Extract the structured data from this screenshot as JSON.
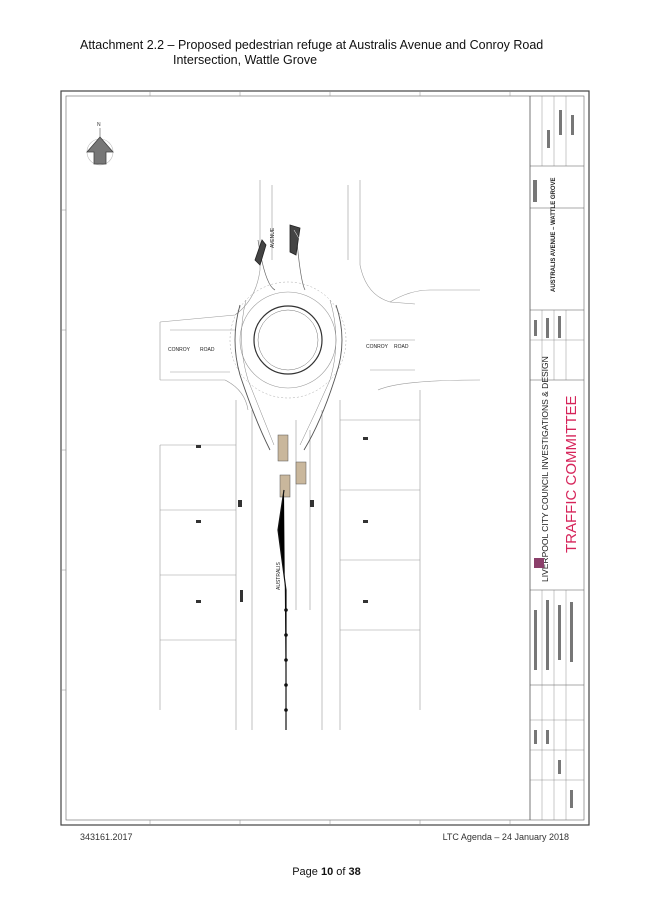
{
  "heading": {
    "line1": "Attachment 2.2 – Proposed pedestrian refuge at Australis Avenue and Conroy Road",
    "line2": "Intersection, Wattle Grove"
  },
  "drawing": {
    "north_label": "N",
    "road_labels": {
      "avenue": "AVENUE",
      "conroy_left_1": "CONROY",
      "conroy_left_2": "ROAD",
      "conroy_right_1": "CONROY",
      "conroy_right_2": "ROAD",
      "australis": "AUSTRALIS"
    },
    "title_block": {
      "council": "LIVERPOOL CITY COUNCIL INVESTIGATIONS & DESIGN",
      "project_title": "AUSTRALIS AVENUE – WATTLE GROVE",
      "committee": "TRAFFIC COMMITTEE"
    }
  },
  "footer": {
    "doc_number": "343161.2017",
    "agenda": "LTC Agenda – 24 January 2018",
    "page_prefix": "Page ",
    "page_current": "10",
    "page_mid": " of ",
    "page_total": "38"
  }
}
